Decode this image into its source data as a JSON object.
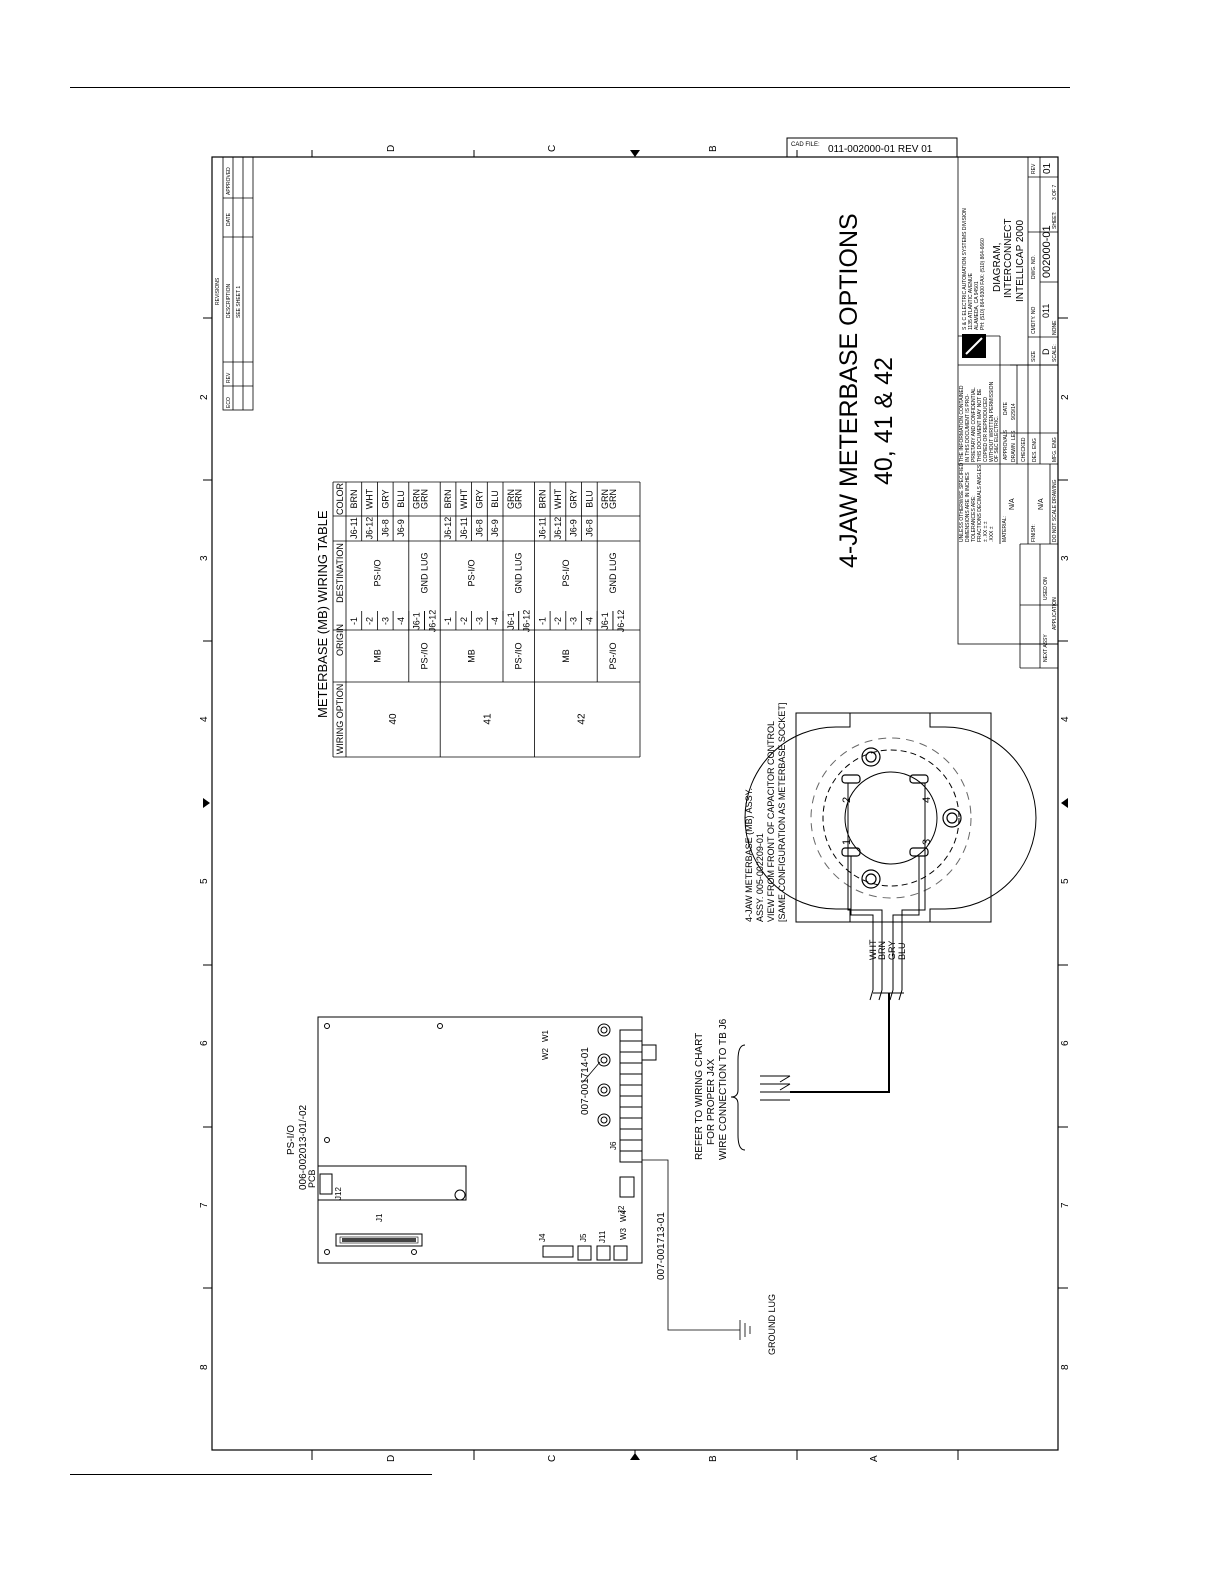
{
  "cad_file": {
    "label": "CAD FILE:",
    "value": "011-002000-01  REV 01"
  },
  "zones": {
    "rows": [
      "2",
      "3",
      "4",
      "5",
      "6",
      "7",
      "8"
    ],
    "cols": [
      "D",
      "C",
      "B",
      "A"
    ]
  },
  "revisions": {
    "title": "REVISIONS",
    "headers": [
      "ECO",
      "REV",
      "DESCRIPTION",
      "DATE",
      "APPROVED"
    ],
    "description": "SEE SHEET 1"
  },
  "title_text": {
    "line1": "4-JAW METERBASE OPTIONS",
    "line2": "40, 41 & 42"
  },
  "wiring_table": {
    "title": "METERBASE (MB) WIRING TABLE",
    "headers": [
      "WIRING OPTION",
      "ORIGIN",
      "",
      "DESTINATION",
      "",
      "COLOR"
    ],
    "options": [
      {
        "option": "40",
        "rows": [
          {
            "origin": "MB",
            "pin": "-1",
            "dest": "PS-I/O",
            "dpin": "J6-11",
            "color": "BRN"
          },
          {
            "origin": "",
            "pin": "-2",
            "dest": "",
            "dpin": "J6-12",
            "color": "WHT"
          },
          {
            "origin": "",
            "pin": "-3",
            "dest": "",
            "dpin": "J6-8",
            "color": "GRY"
          },
          {
            "origin": "",
            "pin": "-4",
            "dest": "",
            "dpin": "J6-9",
            "color": "BLU"
          },
          {
            "origin": "PS-/IO",
            "pin": "J6-1",
            "dest": "GND LUG",
            "dpin": "",
            "color": "GRN"
          },
          {
            "origin": "",
            "pin": "J6-12",
            "dest": "",
            "dpin": "",
            "color": ""
          }
        ]
      },
      {
        "option": "41",
        "rows": [
          {
            "origin": "MB",
            "pin": "-1",
            "dest": "PS-I/O",
            "dpin": "J6-12",
            "color": "BRN"
          },
          {
            "origin": "",
            "pin": "-2",
            "dest": "",
            "dpin": "J6-11",
            "color": "WHT"
          },
          {
            "origin": "",
            "pin": "-3",
            "dest": "",
            "dpin": "J6-8",
            "color": "GRY"
          },
          {
            "origin": "",
            "pin": "-4",
            "dest": "",
            "dpin": "J6-9",
            "color": "BLU"
          },
          {
            "origin": "PS-/IO",
            "pin": "J6-1",
            "dest": "GND LUG",
            "dpin": "",
            "color": "GRN"
          },
          {
            "origin": "",
            "pin": "J6-12",
            "dest": "",
            "dpin": "",
            "color": ""
          }
        ]
      },
      {
        "option": "42",
        "rows": [
          {
            "origin": "MB",
            "pin": "-1",
            "dest": "PS-I/O",
            "dpin": "J6-11",
            "color": "BRN"
          },
          {
            "origin": "",
            "pin": "-2",
            "dest": "",
            "dpin": "J6-12",
            "color": "WHT"
          },
          {
            "origin": "",
            "pin": "-3",
            "dest": "",
            "dpin": "J6-9",
            "color": "GRY"
          },
          {
            "origin": "",
            "pin": "-4",
            "dest": "",
            "dpin": "J6-8",
            "color": "BLU"
          },
          {
            "origin": "PS-/IO",
            "pin": "J6-1",
            "dest": "GND LUG",
            "dpin": "",
            "color": "GRN"
          },
          {
            "origin": "",
            "pin": "J6-12",
            "dest": "",
            "dpin": "",
            "color": ""
          }
        ]
      }
    ]
  },
  "meterbase": {
    "caption": [
      "4-JAW METERBASE (MB) ASSY.",
      "ASSY. 005-002209-01",
      "VIEW FROM FRONT OF CAPACITOR CONTROL",
      "[SAME CONFIGURATION AS METERBASE SOCKET]"
    ],
    "jaws": [
      "1",
      "2",
      "3",
      "4"
    ],
    "wires": [
      "WHT",
      "BRN",
      "GRY",
      "BLU"
    ]
  },
  "board": {
    "title": "PS-I/O",
    "part": "006-002013-01/-02",
    "pcb": "PCB",
    "labels": {
      "j1": "J1",
      "j2": "J2",
      "j4": "J4",
      "j5": "J5",
      "j6": "J6",
      "j11": "J11",
      "j12": "J12",
      "w1": "W1",
      "w2": "W2",
      "w3": "W3",
      "w4": "W4"
    },
    "callout1": "007-001714-01",
    "callout2": "007-001713-01"
  },
  "note": [
    "REFER TO WIRING CHART",
    "FOR PROPER J4X",
    "WIRE CONNECTION TO TB J6"
  ],
  "ground": "GROUND LUG",
  "title_block": {
    "tolerance": [
      "UNLESS OTHERWISE SPECIFIED",
      "DIMENSIONS ARE IN INCHES",
      "TOLERANCES ARE:",
      "FRACTIONS  DECIMALS  ANGLES",
      "±          .XX  ±        ±",
      "           .XXX ±"
    ],
    "material_label": "MATERIAL:",
    "material": "N/A",
    "finish_label": "FINISH:",
    "finish": "N/A",
    "do_not_scale": "DO NOT SCALE DRAWING",
    "next_assy": "NEXT ASSY",
    "used_on": "USED ON",
    "application": "APPLICATION",
    "proprietary": [
      "THE INFORMATION CONTAINED",
      "IN THIS DOCUMENT IS PRO-",
      "PRIETARY AND CONFIDENTIAL.",
      "THIS DOCUMENT MAY NOT BE",
      "COPIED OR REPRODUCED",
      "WITHOUT WRITTEN PERMISSION",
      "OF S&C ELECTRIC."
    ],
    "approvals": "APPROVALS",
    "date": "DATE",
    "drawn": "DRAWN",
    "drawn_by": "LES",
    "drawn_date": "9/29/14",
    "checked": "CHECKED",
    "des_eng": "DES. ENG",
    "mfg_eng": "MFG. ENG",
    "company": [
      "S & C ELECTRIC AUTOMATION SYSTEMS DIVISION",
      "1135 ATLANTIC AVENUE",
      "ALAMEDA, CA 94501",
      "PH: (510) 864-9300  FAX: (510) 864-6660"
    ],
    "title": [
      "DIAGRAM,",
      "INTERCONNECT",
      "INTELLICAP 2000"
    ],
    "size_label": "SIZE",
    "size": "D",
    "cmdty_label": "CMDTY. NO",
    "cmdty": "011",
    "dwg_label": "DWG. NO.",
    "dwg": "002000-01",
    "rev_label": "REV",
    "rev": "01",
    "scale_label": "SCALE:",
    "scale": "NONE",
    "sheet_label": "SHEET:",
    "sheet": "3 OF 7"
  }
}
